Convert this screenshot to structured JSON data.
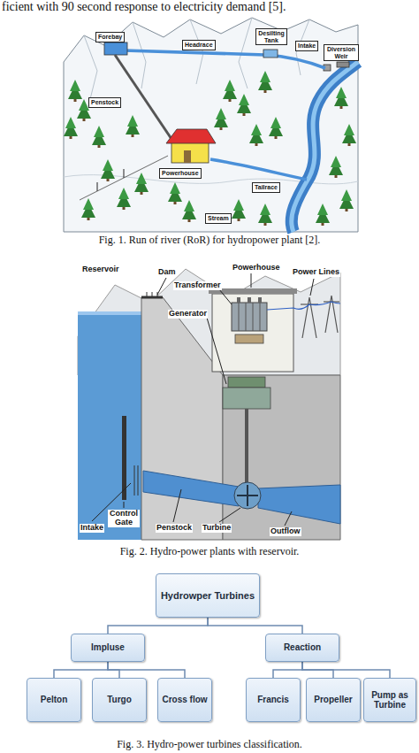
{
  "diagram": {
    "nodes": [
      {
        "text": [
          "Forebay"
        ]
      },
      {
        "text": [
          "Headrace"
        ]
      },
      {
        "text": [
          "Desilting Tank"
        ]
      },
      {
        "text": [
          "Intake"
        ]
      },
      {
        "text": [
          "Diversion Weir"
        ]
      },
      {
        "text": [
          "Penstock"
        ]
      },
      {
        "text": [
          "Powerhouse"
        ]
      },
      {
        "text": [
          "Tailrace"
        ]
      },
      {
        "text": [
          "Stream"
        ]
      },
      {
        "text": [
          "Hydrowper Turbines"
        ]
      },
      {
        "text": [
          "Impluse"
        ]
      },
      {
        "text": [
          "Reaction"
        ]
      },
      {
        "text": [
          "Pelton"
        ]
      },
      {
        "text": [
          "Turgo"
        ]
      },
      {
        "text": [
          "Cross flow"
        ]
      },
      {
        "text": [
          "Francis"
        ]
      },
      {
        "text": [
          "Propeller"
        ]
      },
      {
        "text": [
          "Pump as Turbine"
        ]
      }
    ],
    "edges": [
      {
        "from": 9,
        "to": 10,
        "arrow": "none"
      },
      {
        "from": 9,
        "to": 11,
        "arrow": "none"
      },
      {
        "from": 10,
        "to": 12,
        "arrow": "none"
      },
      {
        "from": 10,
        "to": 13,
        "arrow": "none"
      },
      {
        "from": 10,
        "to": 14,
        "arrow": "none"
      },
      {
        "from": 11,
        "to": 15,
        "arrow": "none"
      },
      {
        "from": 11,
        "to": 16,
        "arrow": "none"
      },
      {
        "from": 11,
        "to": 17,
        "arrow": "none"
      }
    ],
    "labels": [
      "ficient with 90 second response to electricity demand [5].",
      "Fig. 1. Run of river (RoR) for hydropower plant [2].",
      "Reservoir",
      "Dam",
      "Powerhouse",
      "Transformer",
      "Generator",
      "Power Lines",
      "Intake",
      "Control Gate",
      "Penstock",
      "Turbine",
      "Outflow",
      "Fig. 2. Hydro-power plants with reservoir.",
      "Fig. 3. Hydro-power turbines classification."
    ]
  }
}
